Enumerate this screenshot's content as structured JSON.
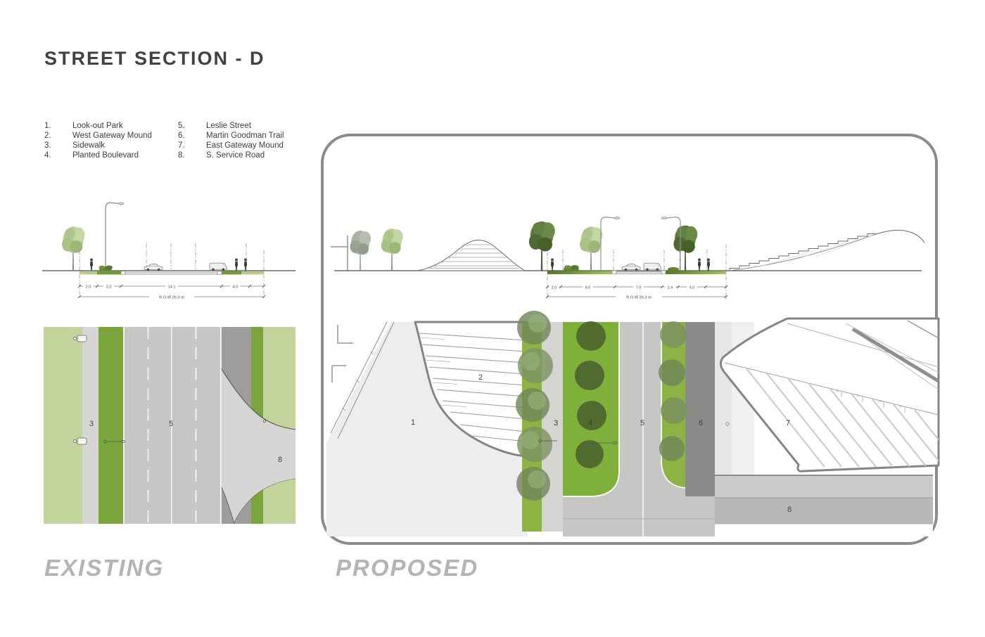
{
  "title": "STREET SECTION - D",
  "legend": {
    "column_1": [
      {
        "num": "1.",
        "label": "Look-out Park"
      },
      {
        "num": "2.",
        "label": "West Gateway Mound"
      },
      {
        "num": "3.",
        "label": "Sidewalk"
      },
      {
        "num": "4.",
        "label": "Planted Boulevard"
      }
    ],
    "column_2": [
      {
        "num": "5.",
        "label": "Leslie Street"
      },
      {
        "num": "6.",
        "label": "Martin Goodman Trail"
      },
      {
        "num": "7.",
        "label": "East Gateway Mound"
      },
      {
        "num": "8.",
        "label": "S. Service Road"
      }
    ]
  },
  "existing": {
    "label": "EXISTING",
    "section": {
      "dims": [
        "2.0",
        "3.2",
        "14.1",
        "4.0"
      ],
      "row_label": "R.O.W 26.3 m"
    },
    "plan_labels": {
      "sidewalk": "3",
      "street": "5",
      "service_road": "8"
    }
  },
  "proposed": {
    "label": "PROPOSED",
    "section": {
      "dims": [
        "2.0",
        "8.0",
        "7.0",
        "2.4",
        "4.0"
      ],
      "row_label": "R.O.W 26.3 m"
    },
    "plan_labels": {
      "lookout_park": "1",
      "west_mound": "2",
      "sidewalk": "3",
      "boulevard": "4",
      "street": "5",
      "trail": "6",
      "east_mound": "7",
      "service_road": "8"
    }
  },
  "colors": {
    "text_dark": "#3e3e3e",
    "label_gray": "#b4b4b4",
    "panel_border_gray": "#8b8b8b",
    "light_green": "#c2d39b",
    "dark_green": "#7aa53d",
    "vivid_green": "#7fb03a",
    "road_gray": "#c6c7c5",
    "sidewalk_gray": "#d6d7d5",
    "service_gray": "#9d9e9c",
    "trail_gray": "#8b8c8a",
    "park_gray": "#eceeed"
  }
}
